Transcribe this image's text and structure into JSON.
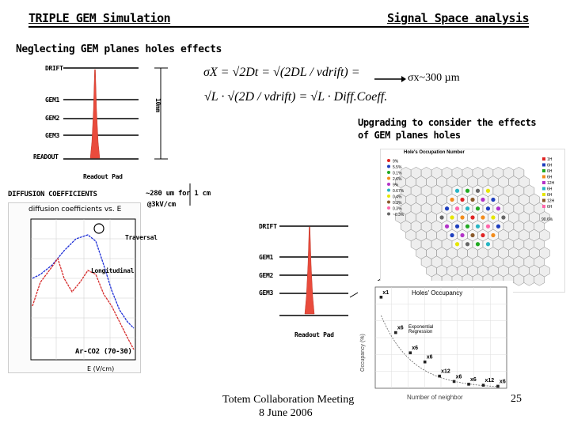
{
  "header": {
    "left_title": "TRIPLE GEM Simulation",
    "right_title": "Signal Space analysis"
  },
  "subtitle": "Neglecting GEM planes holes effects",
  "top_detector": {
    "labels": [
      "DRIFT",
      "GEM1",
      "GEM2",
      "GEM3",
      "READOUT"
    ],
    "gap_label": "10mm",
    "readout_pad": "Readout Pad"
  },
  "formula": {
    "line1": "σX = √2Dt = √(2DL / vdrift) =",
    "line2": "√L · √(2D / vdrift) = √L · Diff.Coeff.",
    "result": "σx~300 µm"
  },
  "upgrade_text": "Upgrading to consider the effects of GEM planes holes",
  "diffusion": {
    "title": "DIFFUSION COEFFICIENTS",
    "note_line1": "~280 um for 1 cm",
    "note_line2": "@3kV/cm",
    "plot_title": "diffusion coefficients vs. E",
    "transversal": "Traversal",
    "longitudinal": "Longitudinal",
    "gas": "Ar-CO2 (70-30)",
    "xlabel": "E (V/cm)"
  },
  "lower_detector": {
    "labels": [
      "DRIFT",
      "GEM1",
      "GEM2",
      "GEM3"
    ],
    "readout_pad": "Readout Pad"
  },
  "occupancy_map": {
    "title": "Hole's Occupation Number",
    "legend": [
      "9%",
      "5.5%",
      "0.1%",
      "2.6%",
      "9%",
      "0.67%",
      "0.4%",
      "0.3%",
      "0.3%",
      "~0.3%"
    ],
    "right_legend": [
      "1H",
      "6H",
      "6H",
      "6H",
      "12H",
      "6H",
      "6H",
      "12H",
      "6H"
    ],
    "footer": "90.6%"
  },
  "chart_data": {
    "type": "scatter",
    "title": "Holes' Occupancy",
    "xlabel": "Number of neighbor",
    "ylabel": "Occupancy (%)",
    "fit_label": "Exponential Regression",
    "x": [
      1,
      2,
      3,
      4,
      5,
      6,
      7,
      8,
      9
    ],
    "y": [
      9,
      5.5,
      3.5,
      2.6,
      1.2,
      0.67,
      0.4,
      0.3,
      0.2
    ],
    "point_labels": [
      "x1",
      "x6",
      "x6",
      "x6",
      "x12",
      "x6",
      "x6",
      "x12",
      "x6"
    ],
    "ylim": [
      0,
      10
    ]
  },
  "footer": {
    "meeting": "Totem Collaboration Meeting",
    "date": "8 June 2006",
    "page": "25"
  }
}
